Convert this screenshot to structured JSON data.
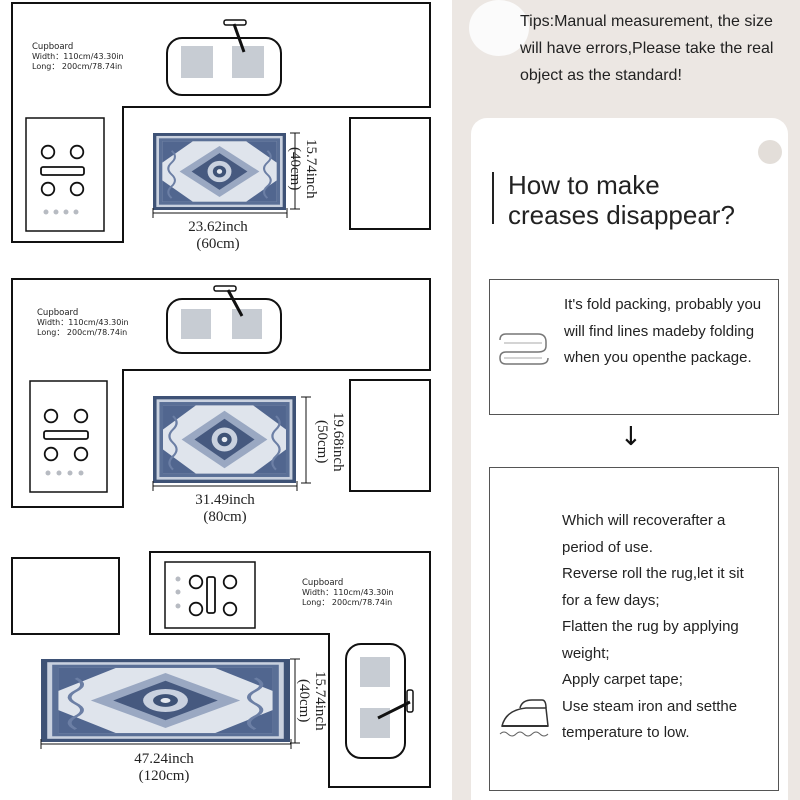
{
  "layouts": [
    {
      "cupboard_title": "Cupboard",
      "width_text": "Width：110cm/43.30in",
      "long_text": "Long： 200cm/78.74in",
      "rug_width_inch": "23.62inch",
      "rug_width_cm": "(60cm)",
      "rug_height_inch": "15.74inch",
      "rug_height_cm": "(40cm)"
    },
    {
      "cupboard_title": "Cupboard",
      "width_text": "Width：110cm/43.30in",
      "long_text": "Long： 200cm/78.74in",
      "rug_width_inch": "31.49inch",
      "rug_width_cm": "(80cm)",
      "rug_height_inch": "19.68inch",
      "rug_height_cm": "(50cm)"
    },
    {
      "cupboard_title": "Cupboard",
      "width_text": "Width：110cm/43.30in",
      "long_text": "Long： 200cm/78.74in",
      "rug_width_inch": "47.24inch",
      "rug_width_cm": "(120cm)",
      "rug_height_inch": "15.74inch",
      "rug_height_cm": "(40cm)"
    }
  ],
  "tips": "Tips:Manual measurement, the size will have errors,Please take the real object as the standard!",
  "heading_line1": "How to make",
  "heading_line2": "creases disappear?",
  "box1_text": "It's fold packing, probably you will find lines madeby folding when you openthe package.",
  "arrow": "↓",
  "box2_lines": [
    "Which will recoverafter a",
    "period of use.",
    "Reverse roll the rug,let it sit",
    "for a few days;",
    "Flatten the rug by applying",
    "weight;",
    "Apply carpet tape;",
    "Use steam iron and setthe",
    "temperature to low."
  ],
  "icons": [
    "folded-rug-icon",
    "steam-iron-icon",
    "stove-burner-icon",
    "sink-faucet-icon",
    "persian-rug-image"
  ],
  "colors": {
    "rug_blue": "#4a5f86",
    "rug_light": "#c9d1df",
    "panel_bg": "#ece7e3",
    "sink_square": "#c7ccd3"
  }
}
